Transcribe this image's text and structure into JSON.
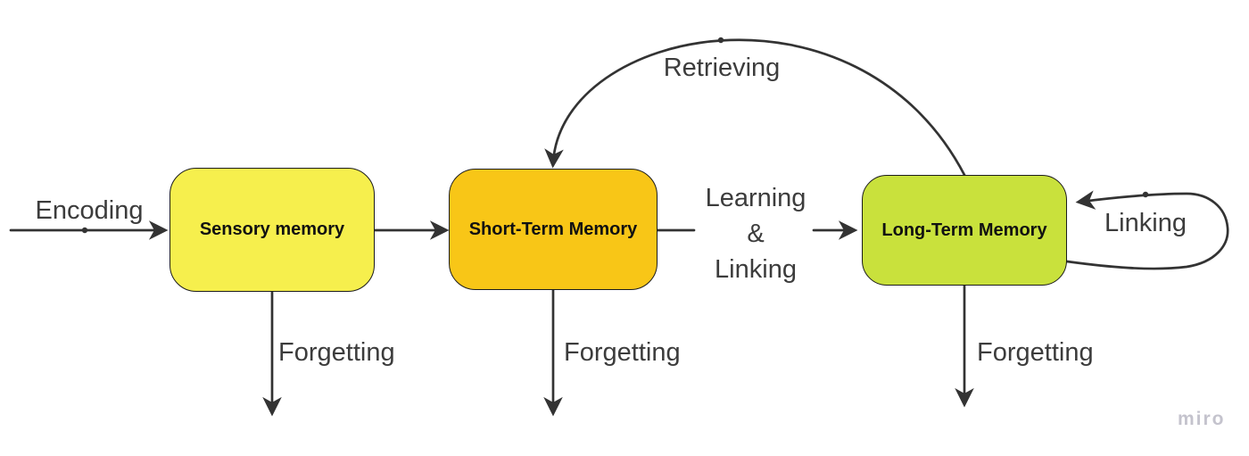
{
  "canvas": {
    "watermark": "miro",
    "background": "#ffffff"
  },
  "colors": {
    "arrow": "#333333",
    "label_text": "#3c3c3c",
    "box_border": "#1c1c1c",
    "box_title_text": "#111111",
    "sensory_fill": "#F6EF4D",
    "short_term_fill": "#F8C617",
    "long_term_fill": "#C9E13C",
    "watermark_text": "#c4c3cd"
  },
  "boxes": [
    {
      "label": "Sensory memory",
      "fill": "#F6EF4D"
    },
    {
      "label": "Short-Term Memory",
      "fill": "#F8C617"
    },
    {
      "label": "Long-Term Memory",
      "fill": "#C9E13C"
    }
  ],
  "edge_labels": {
    "encoding": "Encoding",
    "learning_lines": [
      "Learning",
      "&",
      "Linking"
    ],
    "retrieving": "Retrieving",
    "linking": "Linking",
    "forgetting_sensory": "Forgetting",
    "forgetting_short_term": "Forgetting",
    "forgetting_long_term": "Forgetting"
  }
}
